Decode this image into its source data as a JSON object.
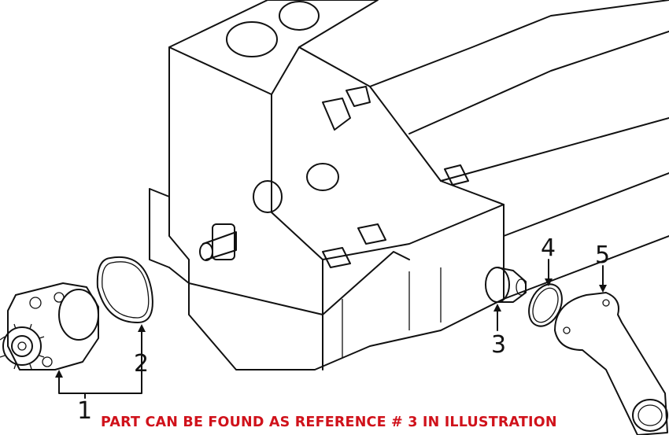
{
  "diagram": {
    "callouts": [
      "1",
      "2",
      "3",
      "4",
      "5"
    ],
    "caption": "PART CAN BE FOUND AS REFERENCE # 3 IN ILLUSTRATION",
    "caption_color": "#d0121b"
  }
}
